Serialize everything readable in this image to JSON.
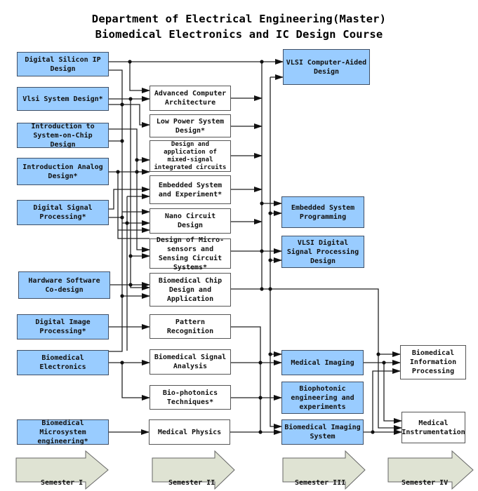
{
  "title": {
    "line1": "Department of Electrical Engineering(Master)",
    "line2": "Biomedical Electronics and IC Design Course"
  },
  "colors": {
    "required_box_fill": "#99ccff",
    "elective_box_fill": "#ffffff",
    "semester_arrow_fill": "#dfe3d3",
    "line": "#222222"
  },
  "semester1": [
    {
      "id": "s1-digital-silicon-ip",
      "label": "Digital Silicon IP Design"
    },
    {
      "id": "s1-vlsi-system",
      "label": "Vlsi System Design*"
    },
    {
      "id": "s1-intro-soc",
      "label": "Introduction to System-on-Chip Design"
    },
    {
      "id": "s1-intro-analog",
      "label": "Introduction Analog Design*"
    },
    {
      "id": "s1-dsp",
      "label": "Digital Signal Processing*"
    },
    {
      "id": "s1-hw-sw",
      "label": "Hardware Software Co-design"
    },
    {
      "id": "s1-image-proc",
      "label": "Digital Image Processing*"
    },
    {
      "id": "s1-biomed-elec",
      "label": "Biomedical Electronics"
    },
    {
      "id": "s1-biomed-micro",
      "label": "Biomedical Microsystem engineering*"
    }
  ],
  "semester2": [
    {
      "id": "s2-adv-arch",
      "label": "Advanced Computer Architecture"
    },
    {
      "id": "s2-low-power",
      "label": "Low Power System Design*"
    },
    {
      "id": "s2-mixed-signal",
      "label": "Design and application of mixed-signal integrated circuits"
    },
    {
      "id": "s2-embedded",
      "label": "Embedded System and Experiment*"
    },
    {
      "id": "s2-nano",
      "label": "Nano Circuit Design"
    },
    {
      "id": "s2-microsensors",
      "label": "Design of Micro-sensors and Sensing Circuit Systems*"
    },
    {
      "id": "s2-biochip",
      "label": "Biomedical Chip Design and Application"
    },
    {
      "id": "s2-pattern",
      "label": "Pattern Recognition"
    },
    {
      "id": "s2-biosignal",
      "label": "Biomedical Signal Analysis"
    },
    {
      "id": "s2-biophotonics",
      "label": "Bio-photonics Techniques*"
    },
    {
      "id": "s2-med-physics",
      "label": "Medical Physics"
    }
  ],
  "semester3": [
    {
      "id": "s3-vlsi-cad",
      "label": "VLSI Computer-Aided Design"
    },
    {
      "id": "s3-embedded-prog",
      "label": "Embedded System Programming"
    },
    {
      "id": "s3-vlsi-dsp",
      "label": "VLSI Digital Signal Processing Design"
    },
    {
      "id": "s3-med-imaging",
      "label": "Medical Imaging"
    },
    {
      "id": "s3-biophotonic-eng",
      "label": "Biophotonic engineering and experiments"
    },
    {
      "id": "s3-biomed-imaging-sys",
      "label": "Biomedical Imaging System"
    }
  ],
  "semester4": [
    {
      "id": "s4-biomed-info",
      "label": "Biomedical Information Processing"
    },
    {
      "id": "s4-med-instr",
      "label": "Medical Instrumentation"
    }
  ],
  "semesters": [
    {
      "label": "Semester I"
    },
    {
      "label": "Semester II"
    },
    {
      "label": "Semester III"
    },
    {
      "label": "Semester IV"
    }
  ]
}
